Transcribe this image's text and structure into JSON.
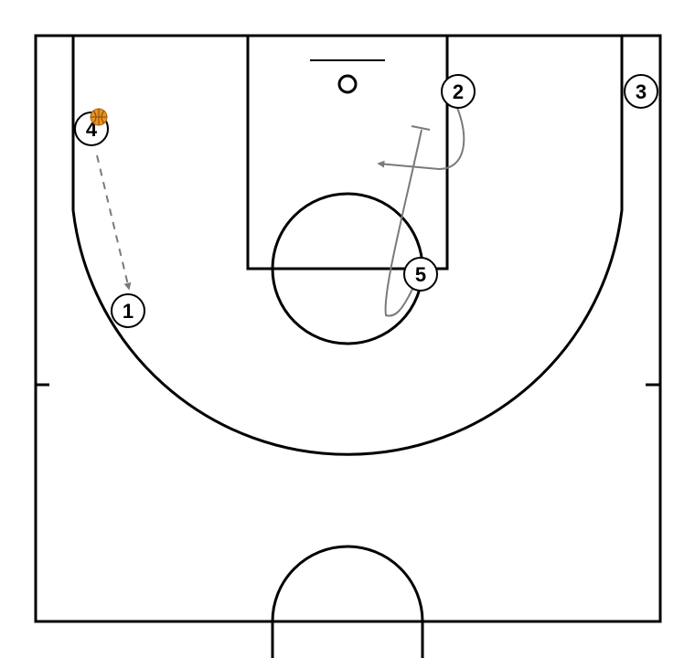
{
  "players": [
    {
      "label": "1"
    },
    {
      "label": "2"
    },
    {
      "label": "3"
    },
    {
      "label": "4"
    },
    {
      "label": "5"
    }
  ],
  "ball_holder": "4",
  "colors": {
    "court_lines": "#000000",
    "movement_lines": "#7a7a7a",
    "ball": "#e8931e",
    "background": "#ffffff"
  },
  "icons": {
    "ball": "basketball-icon"
  },
  "diagram_elements": {
    "pass": {
      "from": "4",
      "to": "1",
      "style": "dashed-arrow"
    },
    "cuts": [
      {
        "player": "2",
        "style": "curved-arrow"
      },
      {
        "player": "5",
        "style": "screen"
      }
    ]
  }
}
